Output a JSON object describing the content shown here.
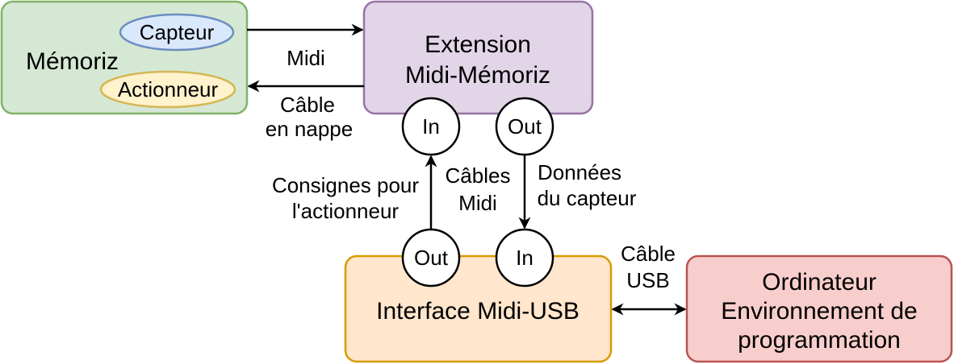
{
  "diagram": {
    "memoriz": {
      "label": "Mémoriz",
      "sensor": "Capteur",
      "actuator": "Actionneur"
    },
    "extension": {
      "label_line1": "Extension",
      "label_line2": "Midi-Mémoriz",
      "port_in": "In",
      "port_out": "Out"
    },
    "interface": {
      "label": "Interface Midi-USB",
      "port_out": "Out",
      "port_in": "In"
    },
    "computer": {
      "label_line1": "Ordinateur",
      "label_line2": "Environnement de",
      "label_line3": "programmation"
    },
    "edges": {
      "midi": "Midi",
      "ribbon_cable": [
        "Câble",
        "en nappe"
      ],
      "actuator_commands": [
        "Consignes pour",
        "l'actionneur"
      ],
      "midi_cables": [
        "Câbles",
        "Midi"
      ],
      "sensor_data": [
        "Données",
        "du capteur"
      ],
      "usb_cable": [
        "Câble",
        "USB"
      ]
    }
  },
  "colors": {
    "memoriz": {
      "fill": "#d5e8d4",
      "stroke": "#82b366"
    },
    "extension": {
      "fill": "#e1d5e7",
      "stroke": "#9673a6"
    },
    "interface": {
      "fill": "#ffe6cc",
      "stroke": "#d79b00"
    },
    "computer": {
      "fill": "#f8cecc",
      "stroke": "#b85450"
    },
    "sensor": {
      "fill": "#dae8fc",
      "stroke": "#6c8ebf"
    },
    "actuator": {
      "fill": "#fff2cc",
      "stroke": "#d6b656"
    },
    "port": {
      "fill": "#ffffff",
      "stroke": "#000000"
    },
    "edge": "#000000"
  }
}
